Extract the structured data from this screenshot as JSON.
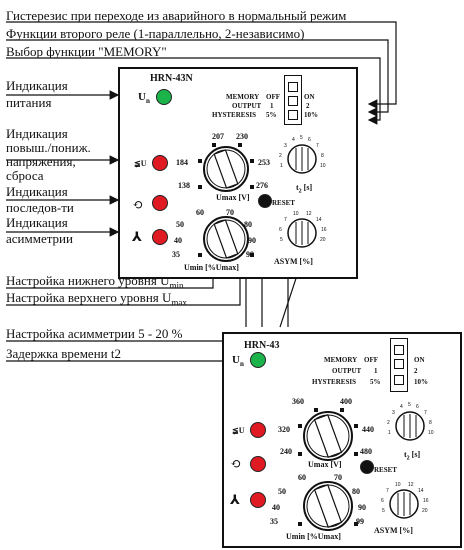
{
  "annotations": {
    "hysteresis": "Гистерезис при переходе из аварийного в нормальный режим",
    "second_relay": "Функции второго реле (1-параллельно, 2-независимо)",
    "memory_select": "Выбор функции \"MEMORY\"",
    "power_ind_1": "Индикация",
    "power_ind_2": "питания",
    "overunder_1": "Индикация",
    "overunder_2": "повыш./пониж.",
    "overunder_3": "напряжения,",
    "overunder_4": "сброса",
    "seq_1": "Индикация",
    "seq_2": "последов-ти",
    "asym_1": "Индикация",
    "asym_2": "асимметрии",
    "lower_level": "Настройка нижнего уровня U",
    "lower_level_sub": "min",
    "upper_level": "Настройка верхнего уровня U",
    "upper_level_sub": "max",
    "asym_set": "Настройка асимметрии 5 - 20 %",
    "delay": "Задержка времени t2"
  },
  "device1": {
    "title": "HRN-43N",
    "un": "U",
    "un_sub": "n",
    "memory": "MEMORY",
    "off": "OFF",
    "on": "ON",
    "output": "OUTPUT",
    "one": "1",
    "two": "2",
    "hysteresis": "HYSTERESIS",
    "p5": "5%",
    "p10": "10%",
    "umax_label": "Umax [V]",
    "umax_ticks": [
      "138",
      "184",
      "207",
      "230",
      "253",
      "276"
    ],
    "umin_label": "Umin [%Umax]",
    "umin_ticks": [
      "35",
      "40",
      "50",
      "60",
      "70",
      "80",
      "90",
      "99"
    ],
    "t2_label": "t",
    "t2_sub": "2",
    "t2_unit": "[s]",
    "reset": "RESET",
    "asym_label": "ASYM   [%]",
    "led_u": "≨U"
  },
  "device2": {
    "title": "HRN-43",
    "un": "U",
    "un_sub": "n",
    "memory": "MEMORY",
    "off": "OFF",
    "on": "ON",
    "output": "OUTPUT",
    "one": "1",
    "two": "2",
    "hysteresis": "HYSTERESIS",
    "p5": "5%",
    "p10": "10%",
    "umax_label": "Umax [V]",
    "umax_ticks": [
      "240",
      "320",
      "360",
      "400",
      "440",
      "480"
    ],
    "umin_label": "Umin [%Umax]",
    "umin_ticks": [
      "35",
      "40",
      "50",
      "60",
      "70",
      "80",
      "90",
      "99"
    ],
    "t2_label": "t",
    "t2_sub": "2",
    "t2_unit": "[s]",
    "reset": "RESET",
    "asym_label": "ASYM   [%]",
    "led_u": "≨U"
  }
}
